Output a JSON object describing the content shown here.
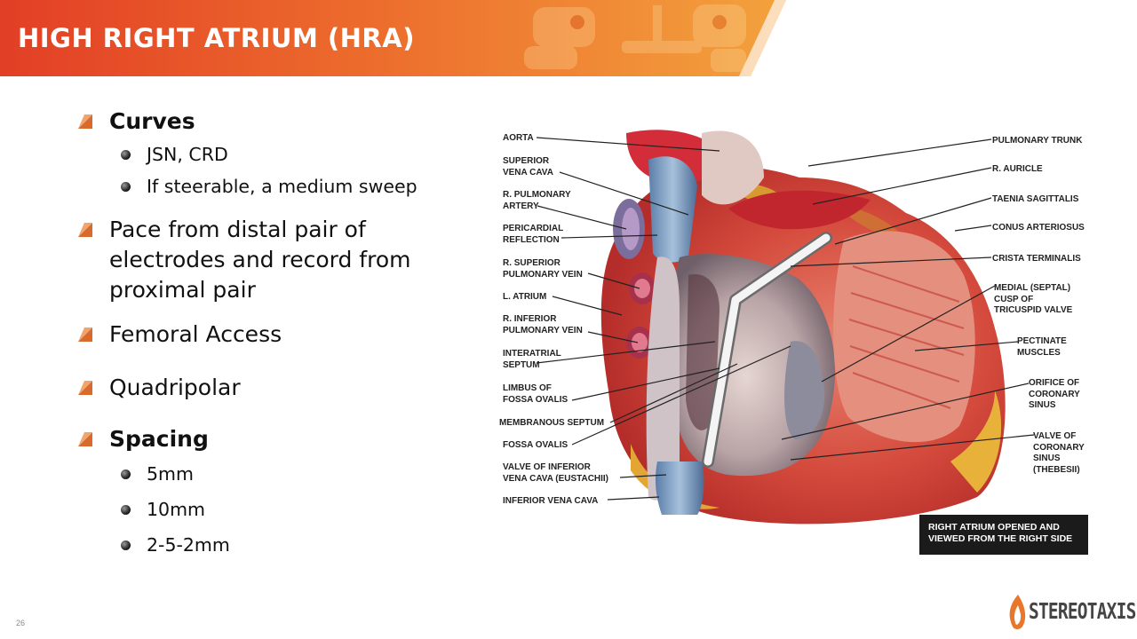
{
  "title": "HIGH RIGHT ATRIUM (HRA)",
  "bullets": [
    {
      "text": "Curves",
      "bold": true,
      "sub": [
        "JSN, CRD",
        "If steerable, a medium sweep"
      ]
    },
    {
      "lines": [
        "Pace from distal pair of",
        "electrodes and record from",
        "proximal pair"
      ]
    },
    {
      "text": "Femoral Access"
    },
    {
      "text": "Quadripolar"
    },
    {
      "text": "Spacing",
      "bold": true,
      "sub": [
        "5mm",
        "10mm",
        "2-5-2mm"
      ]
    }
  ],
  "figure": {
    "left_labels": [
      "AORTA",
      "SUPERIOR\nVENA CAVA",
      "R. PULMONARY\nARTERY",
      "PERICARDIAL\nREFLECTION",
      "R. SUPERIOR\nPULMONARY VEIN",
      "L. ATRIUM",
      "R. INFERIOR\nPULMONARY VEIN",
      "INTERATRIAL\nSEPTUM",
      "LIMBUS OF\nFOSSA OVALIS",
      "MEMBRANOUS SEPTUM",
      "FOSSA OVALIS",
      "VALVE OF INFERIOR\nVENA CAVA (EUSTACHII)",
      "INFERIOR VENA CAVA"
    ],
    "right_labels": [
      "PULMONARY TRUNK",
      "R. AURICLE",
      "TAENIA SAGITTALIS",
      "CONUS ARTERIOSUS",
      "CRISTA TERMINALIS",
      "MEDIAL (SEPTAL)\nCUSP OF\nTRICUSPID VALVE",
      "PECTINATE\nMUSCLES",
      "ORIFICE OF\nCORONARY\nSINUS",
      "VALVE OF\nCORONARY\nSINUS\n(THEBESII)"
    ],
    "caption": "RIGHT ATRIUM OPENED AND\nVIEWED FROM THE RIGHT SIDE"
  },
  "footer": {
    "page_number": "26",
    "logo_text": "STEREOTAXIS"
  },
  "colors": {
    "accent": "#e8542a",
    "banner_light": "#f08a35"
  }
}
